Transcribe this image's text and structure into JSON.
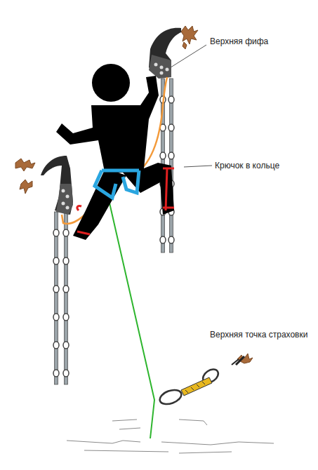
{
  "diagram": {
    "labels": [
      "Верхняя фифа",
      "Крючок в кольце",
      "Верхняя точка страховки"
    ]
  }
}
